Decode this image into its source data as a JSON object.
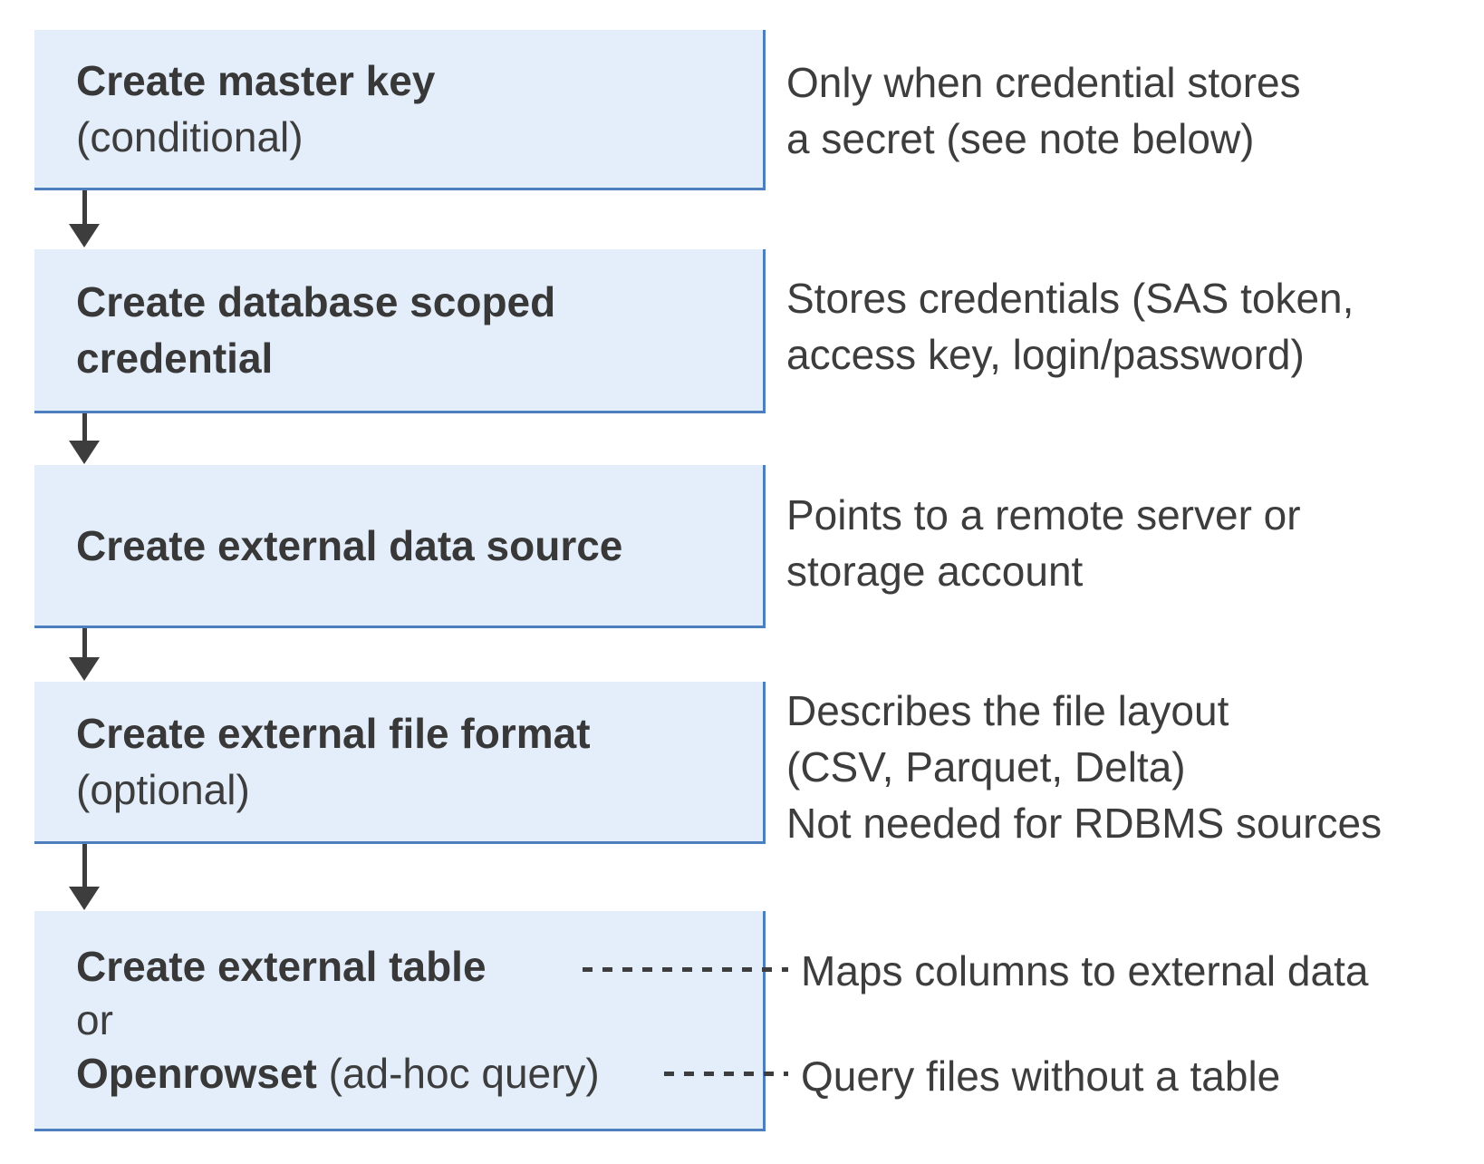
{
  "diagram": {
    "steps": [
      {
        "title": "Create master key",
        "subtitle": "(conditional)",
        "annotation": "Only when credential stores\na secret (see note below)"
      },
      {
        "title": "Create database scoped\ncredential",
        "annotation": "Stores credentials (SAS token,\naccess key, login/password)"
      },
      {
        "title": "Create external data source",
        "annotation": "Points to a remote server or\nstorage account"
      },
      {
        "title": "Create external file format",
        "subtitle": "(optional)",
        "annotation": "Describes the file layout\n(CSV, Parquet, Delta)\nNot needed for RDBMS sources"
      },
      {
        "title": "Create external table",
        "or_label": "or",
        "alt_title": "Openrowset",
        "alt_suffix": "(ad-hoc query)",
        "annotation_table": "Maps columns to external data",
        "annotation_openrowset": "Query files without a table"
      }
    ],
    "colors": {
      "box_fill": "#e4eefb",
      "box_border": "#4d7fbe",
      "arrow_and_dash": "#3d3d3d",
      "text": "#3d3d3d"
    }
  }
}
